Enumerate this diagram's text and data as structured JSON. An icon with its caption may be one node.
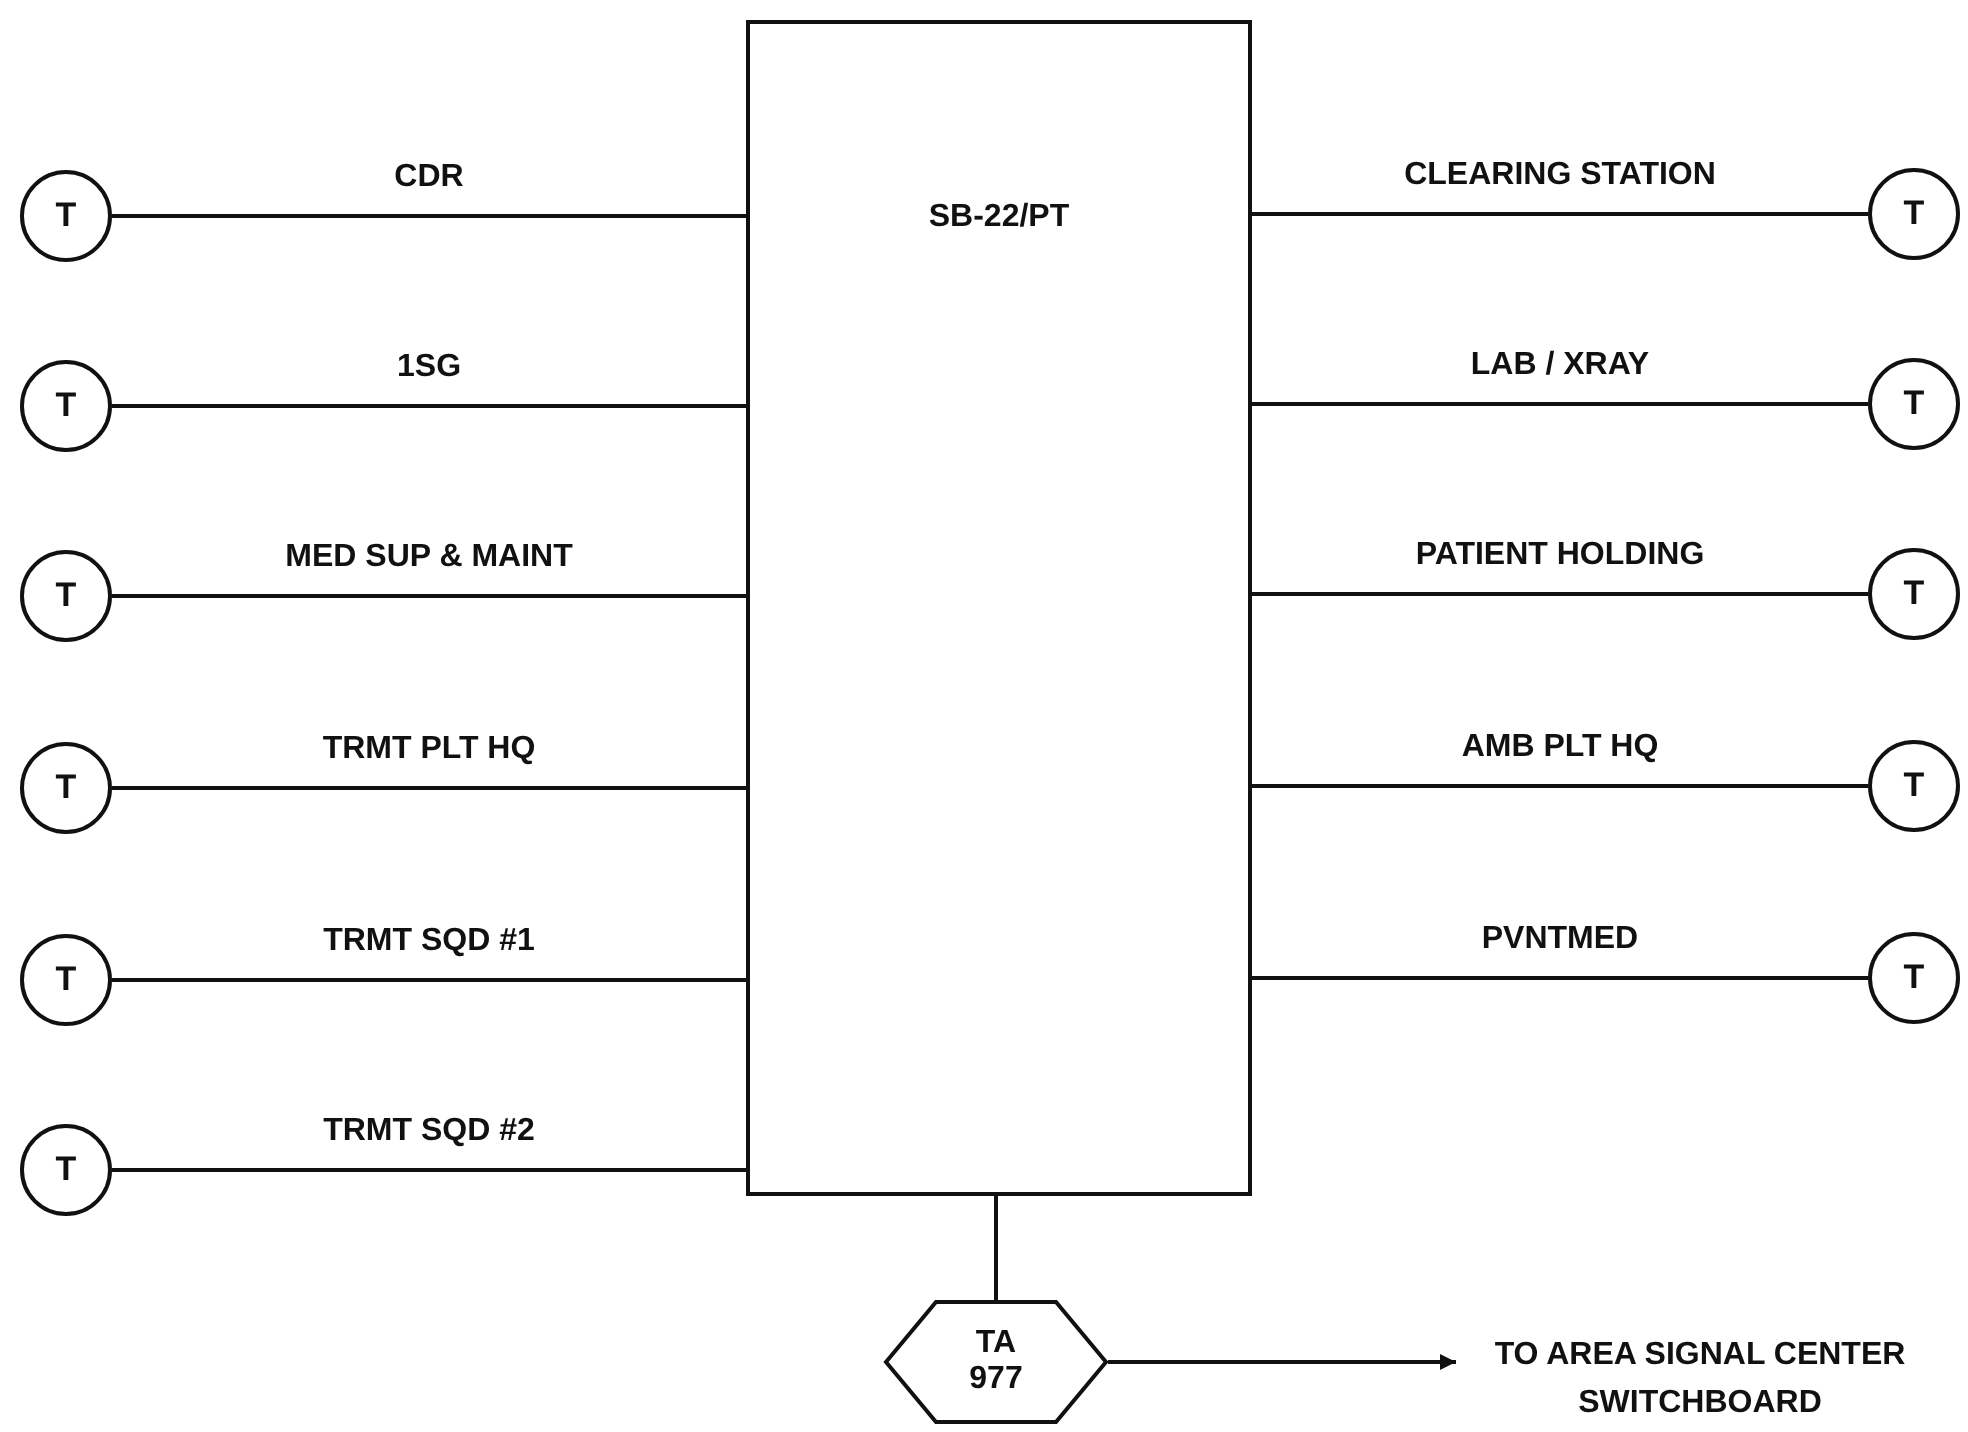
{
  "diagram": {
    "nodes": [
      {
        "text": [
          "SB-22/PT"
        ]
      },
      {
        "text": [
          "T"
        ]
      },
      {
        "text": [
          "T"
        ]
      },
      {
        "text": [
          "T"
        ]
      },
      {
        "text": [
          "T"
        ]
      },
      {
        "text": [
          "T"
        ]
      },
      {
        "text": [
          "T"
        ]
      },
      {
        "text": [
          "T"
        ]
      },
      {
        "text": [
          "T"
        ]
      },
      {
        "text": [
          "T"
        ]
      },
      {
        "text": [
          "T"
        ]
      },
      {
        "text": [
          "T"
        ]
      },
      {
        "text": [
          "TA 977"
        ]
      },
      {
        "text": [
          "TO AREA SIGNAL CENTER SWITCHBOARD"
        ]
      }
    ],
    "edges": [
      {
        "from": 1,
        "to": 0,
        "arrow": "none",
        "label": "CDR"
      },
      {
        "from": 2,
        "to": 0,
        "arrow": "none",
        "label": "1SG"
      },
      {
        "from": 3,
        "to": 0,
        "arrow": "none",
        "label": "MED SUP & MAINT"
      },
      {
        "from": 4,
        "to": 0,
        "arrow": "none",
        "label": "TRMT PLT HQ"
      },
      {
        "from": 5,
        "to": 0,
        "arrow": "none",
        "label": "TRMT SQD #1"
      },
      {
        "from": 6,
        "to": 0,
        "arrow": "none",
        "label": "TRMT SQD #2"
      },
      {
        "from": 0,
        "to": 7,
        "arrow": "none",
        "label": "CLEARING STATION"
      },
      {
        "from": 0,
        "to": 8,
        "arrow": "none",
        "label": "LAB / XRAY"
      },
      {
        "from": 0,
        "to": 9,
        "arrow": "none",
        "label": "PATIENT HOLDING"
      },
      {
        "from": 0,
        "to": 10,
        "arrow": "none",
        "label": "AMB PLT HQ"
      },
      {
        "from": 0,
        "to": 11,
        "arrow": "none",
        "label": "PVNTMED"
      },
      {
        "from": 0,
        "to": 12,
        "arrow": "none"
      },
      {
        "from": 12,
        "to": 13,
        "arrow": "to"
      }
    ]
  }
}
